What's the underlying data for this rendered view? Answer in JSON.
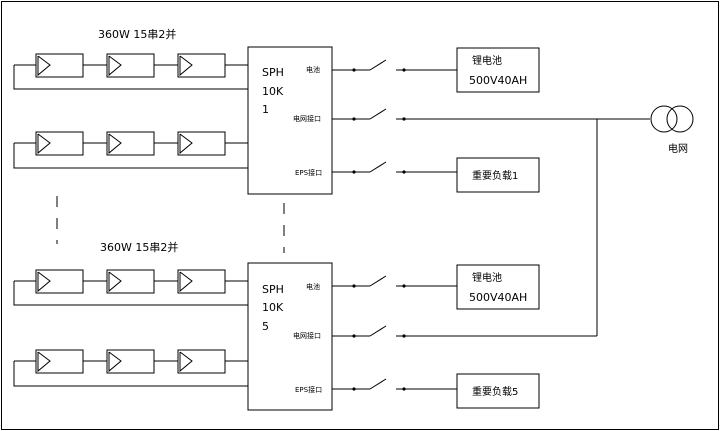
{
  "strings": [
    {
      "label": "360W 15串2并"
    },
    {
      "label": "360W 15串2并"
    }
  ],
  "inverters": [
    {
      "name": "SPH",
      "power": "10K",
      "index": "1",
      "ports": {
        "battery": "电池",
        "grid": "电网接口",
        "eps": "EPS接口"
      }
    },
    {
      "name": "SPH",
      "power": "10K",
      "index": "5",
      "ports": {
        "battery": "电池",
        "grid": "电网接口",
        "eps": "EPS接口"
      }
    }
  ],
  "batteries": [
    {
      "title": "锂电池",
      "spec": "500V40AH"
    },
    {
      "title": "锂电池",
      "spec": "500V40AH"
    }
  ],
  "loads": [
    {
      "label": "重要负载1"
    },
    {
      "label": "重要负载5"
    }
  ],
  "grid": {
    "label": "电网"
  }
}
